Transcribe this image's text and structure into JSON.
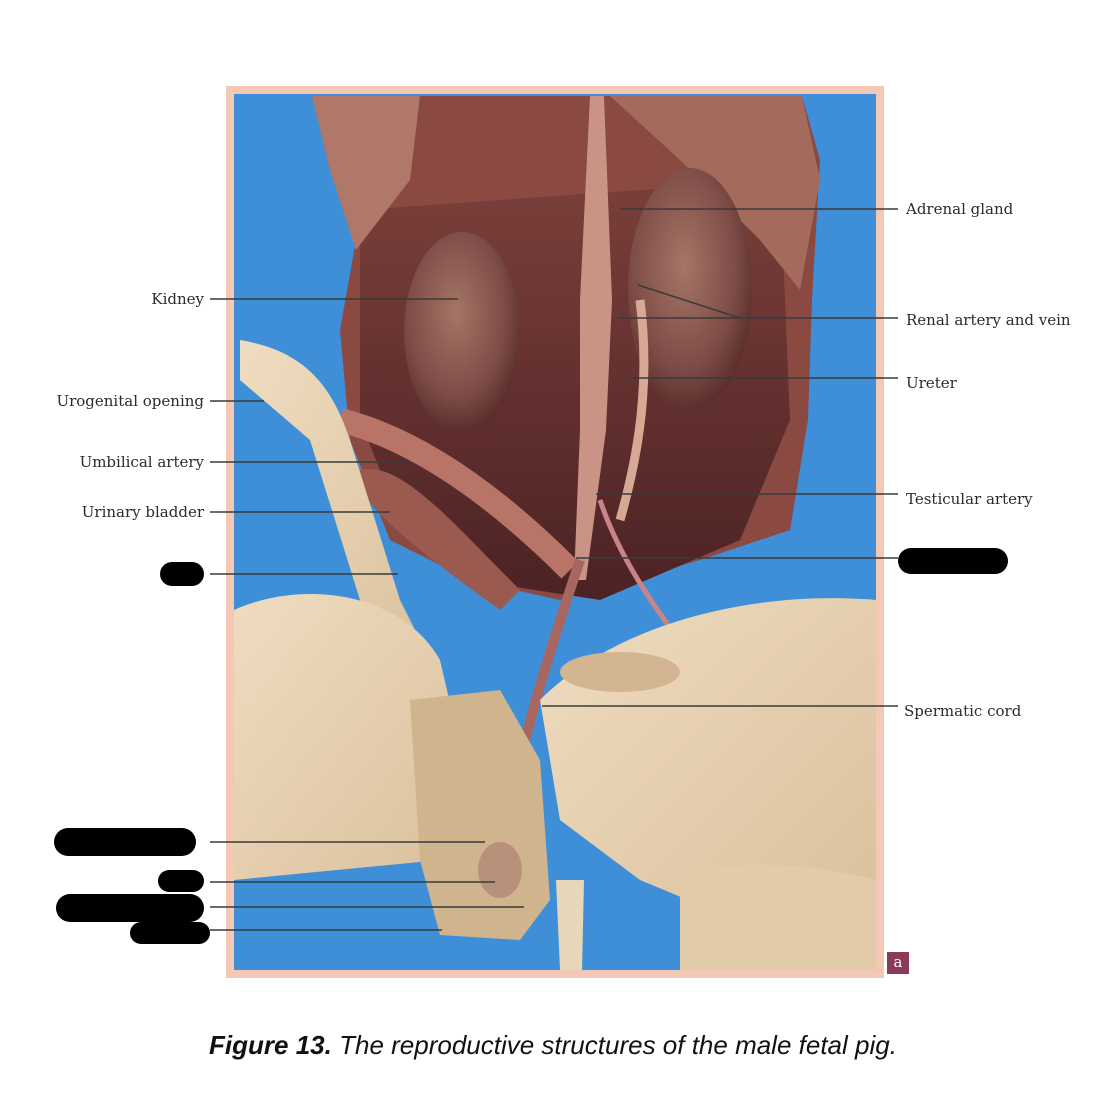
{
  "figure": {
    "caption_number": "Figure 13.",
    "caption_text": " The reproductive structures of the male fetal pig.",
    "panel_letter": "a"
  },
  "labels": {
    "kidney": "Kidney",
    "urogenital_opening": "Urogenital opening",
    "umbilical_artery": "Umbilical artery",
    "urinary_bladder": "Urinary bladder",
    "adrenal_gland": "Adrenal gland",
    "renal_artery_vein": "Renal artery and vein",
    "ureter": "Ureter",
    "testicular_artery": "Testicular artery",
    "spermatic_cord": "Spermatic cord",
    "partial_paren": ")"
  },
  "colors": {
    "background_blue": "#3f8fd8",
    "frame": "#f2c7b5",
    "tissue_red": "#8a3b3b",
    "tissue_pale": "#e8d3b4",
    "redaction": "#000000"
  }
}
